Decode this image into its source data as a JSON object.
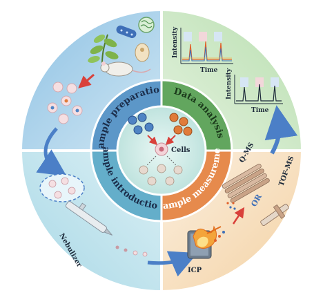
{
  "center": {
    "label": "Cells"
  },
  "quadrants": [
    {
      "key": "prep",
      "title": "Sample preparation",
      "color": "#a9cfe6",
      "inner_color": "#4f8fc1"
    },
    {
      "key": "data",
      "title": "Data analysis",
      "color": "#cfe6c6",
      "inner_color": "#5ea25a"
    },
    {
      "key": "meas",
      "title": "Sample measurement",
      "color": "#f7e3c9",
      "inner_color": "#e6894a"
    },
    {
      "key": "intro",
      "title": "Sample introduction",
      "color": "#cce6ee",
      "inner_color": "#5aa6c1"
    }
  ],
  "labels": {
    "nebulizer": "Nebulizer",
    "icp": "ICP",
    "qms": "Q-MS",
    "or": "OR",
    "tofms": "TOF-MS"
  },
  "plot1": {
    "ylabel": "Intensity",
    "xlabel": "Time"
  },
  "plot2": {
    "ylabel": "Intensity",
    "xlabel": "Time"
  },
  "colors": {
    "arrow_blue": "#4b7fc7",
    "arrow_red": "#d9413b",
    "cell_pink": "#f3d3d8",
    "divider": "#ffffff"
  }
}
